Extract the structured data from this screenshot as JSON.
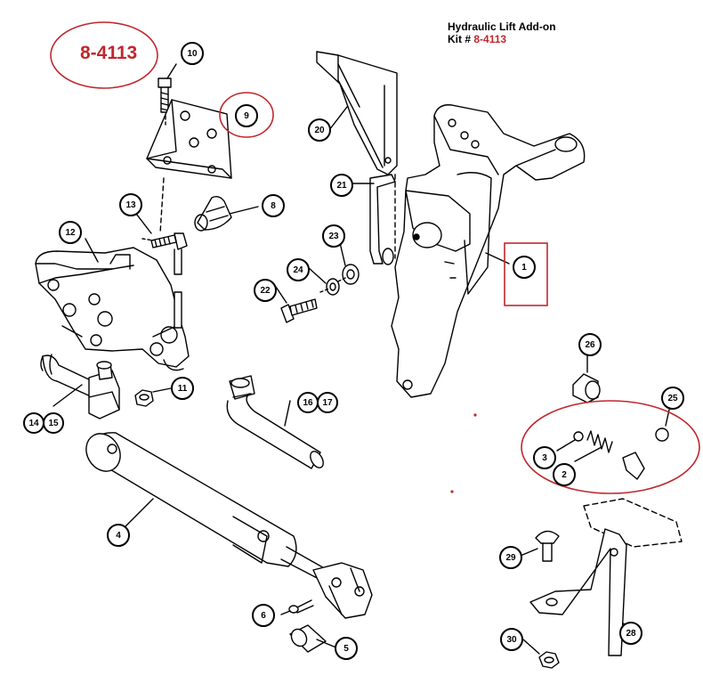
{
  "title": {
    "line1": "Hydraulic Lift Add-on",
    "line2_prefix": "Kit # ",
    "line2_kit": "8-4113"
  },
  "badge": "8-4113",
  "callouts": {
    "c1": "1",
    "c2": "2",
    "c3": "3",
    "c4": "4",
    "c5": "5",
    "c6": "6",
    "c8": "8",
    "c9": "9",
    "c10": "10",
    "c11": "11",
    "c12": "12",
    "c13": "13",
    "c14": "14",
    "c15": "15",
    "c16": "16",
    "c17": "17",
    "c20": "20",
    "c21": "21",
    "c22": "22",
    "c23": "23",
    "c24": "24",
    "c25": "25",
    "c26": "26",
    "c28": "28",
    "c29": "29",
    "c30": "30"
  },
  "colors": {
    "highlight": "#c0272d",
    "ink": "#000000"
  }
}
